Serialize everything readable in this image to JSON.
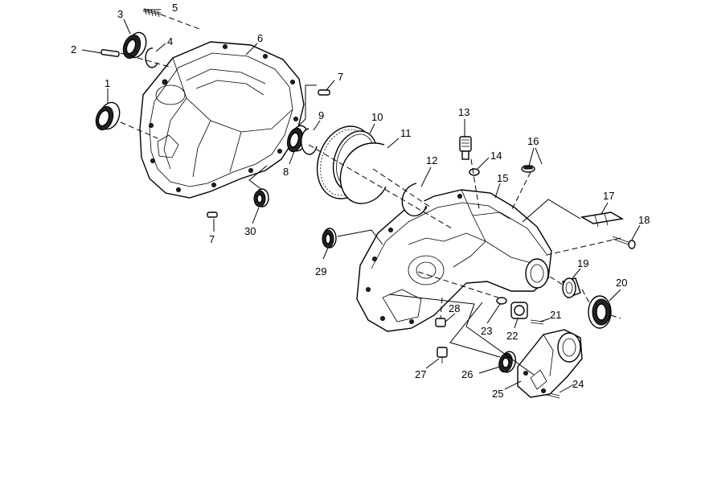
{
  "diagram": {
    "callouts": [
      {
        "id": "c1",
        "label": "1"
      },
      {
        "id": "c2",
        "label": "2"
      },
      {
        "id": "c3",
        "label": "3"
      },
      {
        "id": "c4",
        "label": "4"
      },
      {
        "id": "c5",
        "label": "5"
      },
      {
        "id": "c6",
        "label": "6"
      },
      {
        "id": "c7a",
        "label": "7"
      },
      {
        "id": "c7b",
        "label": "7"
      },
      {
        "id": "c8",
        "label": "8"
      },
      {
        "id": "c9",
        "label": "9"
      },
      {
        "id": "c10",
        "label": "10"
      },
      {
        "id": "c11",
        "label": "11"
      },
      {
        "id": "c12",
        "label": "12"
      },
      {
        "id": "c13",
        "label": "13"
      },
      {
        "id": "c14",
        "label": "14"
      },
      {
        "id": "c15",
        "label": "15"
      },
      {
        "id": "c16",
        "label": "16"
      },
      {
        "id": "c17",
        "label": "17"
      },
      {
        "id": "c18",
        "label": "18"
      },
      {
        "id": "c19",
        "label": "19"
      },
      {
        "id": "c20",
        "label": "20"
      },
      {
        "id": "c21",
        "label": "21"
      },
      {
        "id": "c22",
        "label": "22"
      },
      {
        "id": "c23",
        "label": "23"
      },
      {
        "id": "c24",
        "label": "24"
      },
      {
        "id": "c25",
        "label": "25"
      },
      {
        "id": "c26",
        "label": "26"
      },
      {
        "id": "c27",
        "label": "27"
      },
      {
        "id": "c28",
        "label": "28"
      },
      {
        "id": "c29",
        "label": "29"
      },
      {
        "id": "c30",
        "label": "30"
      }
    ]
  }
}
